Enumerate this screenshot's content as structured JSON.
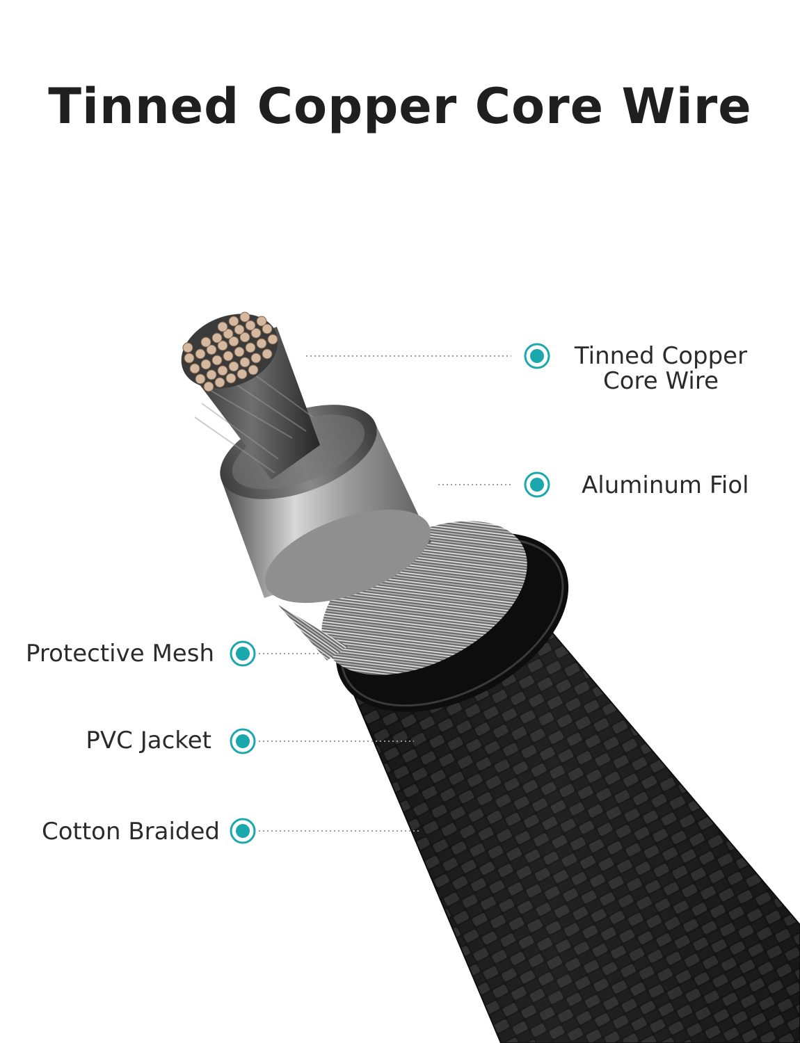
{
  "title": "Tinned Copper Core Wire",
  "accent_color": "#1aa8ad",
  "callouts": {
    "core_wire": {
      "line1": "Tinned Copper",
      "line2": "Core Wire"
    },
    "aluminum_foil": {
      "label": "Aluminum Fiol"
    },
    "protective_mesh": {
      "label": "Protective Mesh"
    },
    "pvc_jacket": {
      "label": "PVC Jacket"
    },
    "cotton_braided": {
      "label": "Cotton Braided"
    }
  }
}
